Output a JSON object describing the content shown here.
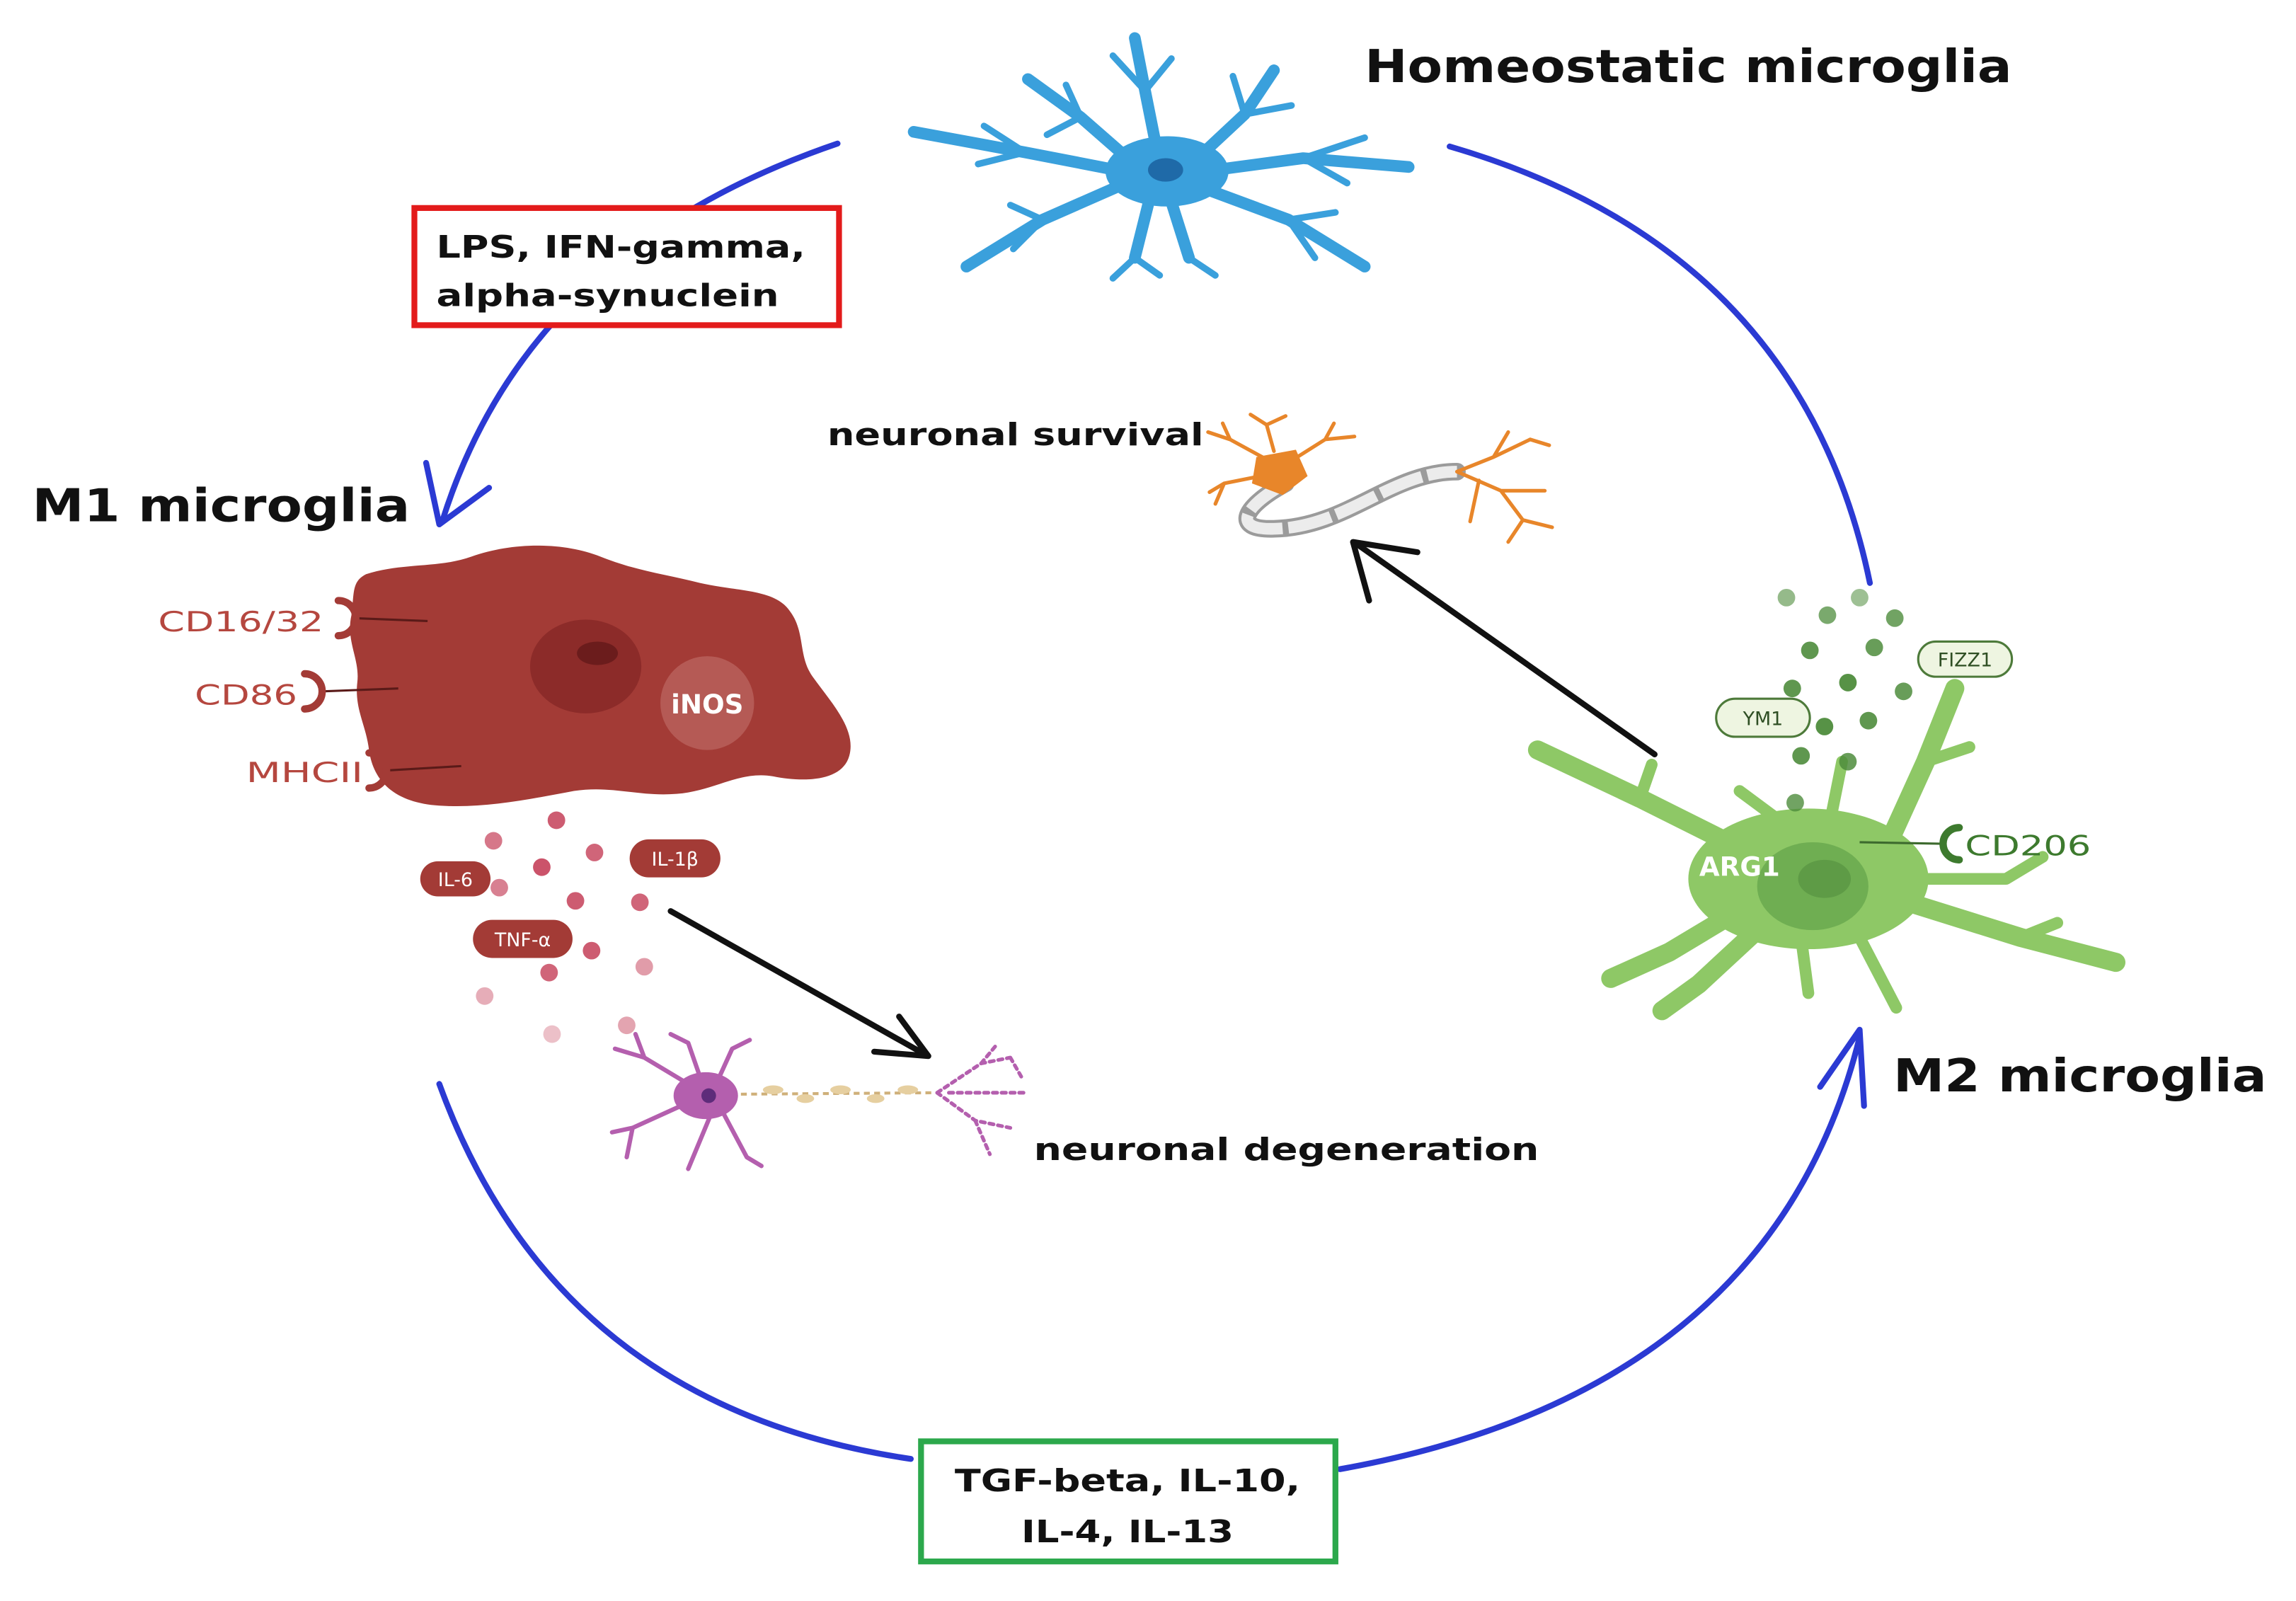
{
  "homeostatic": {
    "label": "Homeostatic microglia"
  },
  "m1": {
    "label": "M1 microglia",
    "markers": [
      "CD16/32",
      "CD86",
      "MHCII"
    ],
    "enzyme": "iNOS",
    "cytokines": [
      "IL-6",
      "IL-1β",
      "TNF-α"
    ]
  },
  "m2": {
    "label": "M2 microglia",
    "enzyme": "ARG1",
    "marker": "CD206",
    "secreted": [
      "YM1",
      "FIZZ1"
    ]
  },
  "m1_stimuli": {
    "lines": [
      "LPS, IFN-gamma,",
      "alpha-synuclein"
    ]
  },
  "m2_stimuli": {
    "lines": [
      "TGF-beta, IL-10,",
      "IL-4, IL-13"
    ]
  },
  "outcomes": {
    "survival": "neuronal survival",
    "degeneration": "neuronal degeneration"
  },
  "colors": {
    "homeostatic_microglia": "#3aa0dc",
    "homeostatic_nucleus": "#1f6aa8",
    "m1_microglia": "#a33b36",
    "m1_dots": "#c84a62",
    "m2_microglia": "#8ec866",
    "m2_dots": "#4e8c3c",
    "pathway_arrows": "#2b3ad3",
    "m1_stimulus_box": "#e31b1b",
    "m2_stimulus_box": "#2ca84c",
    "outcome_arrows": "#111111",
    "degenerating_neuron": "#b45fae",
    "surviving_neuron": "#e8862a"
  }
}
